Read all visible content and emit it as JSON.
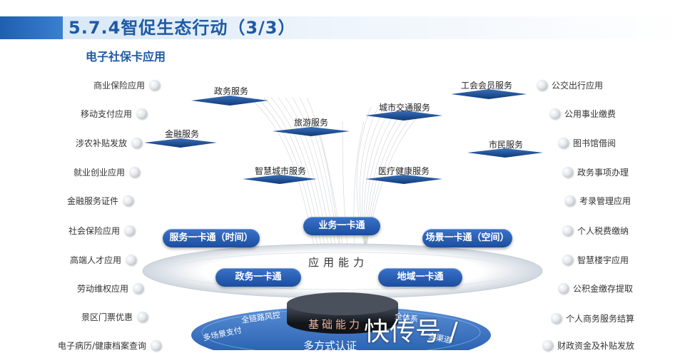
{
  "header": {
    "title": "5.7.4智促生态行动（3/3）",
    "subtitle": "电子社保卡应用"
  },
  "left_items": [
    "商业保险应用",
    "移动支付应用",
    "涉农补贴发放",
    "就业创业应用",
    "金融服务证件",
    "社会保险应用",
    "高端人才应用",
    "劳动维权应用",
    "景区门票优惠",
    "电子病历/健康档案查询"
  ],
  "right_items": [
    "公交出行应用",
    "公用事业缴费",
    "图书馆借阅",
    "政务事项办理",
    "考录管理应用",
    "个人税费缴纳",
    "智慧楼宇应用",
    "公积金缴存提取",
    "个人商务服务结算",
    "财政资金及补贴发放"
  ],
  "services": [
    "政务服务",
    "金融服务",
    "旅游服务",
    "城市交通服务",
    "工会会员服务",
    "市民服务",
    "智慧城市服务",
    "医疗健康服务"
  ],
  "pills": [
    "业务一卡通",
    "服务一卡通（时间）",
    "场景一卡通（空间）",
    "政务一卡通",
    "地域一卡通"
  ],
  "layers": {
    "app": "应用能力",
    "base": "基础能力",
    "bottom": "多方式认证"
  },
  "arc_labels": [
    "多场景支付",
    "全链路风控",
    "全体系",
    "多渠道"
  ],
  "watermark": "快传号 /",
  "colors": {
    "brand": "#1e5aa6",
    "pill": "#1a4ea0"
  }
}
